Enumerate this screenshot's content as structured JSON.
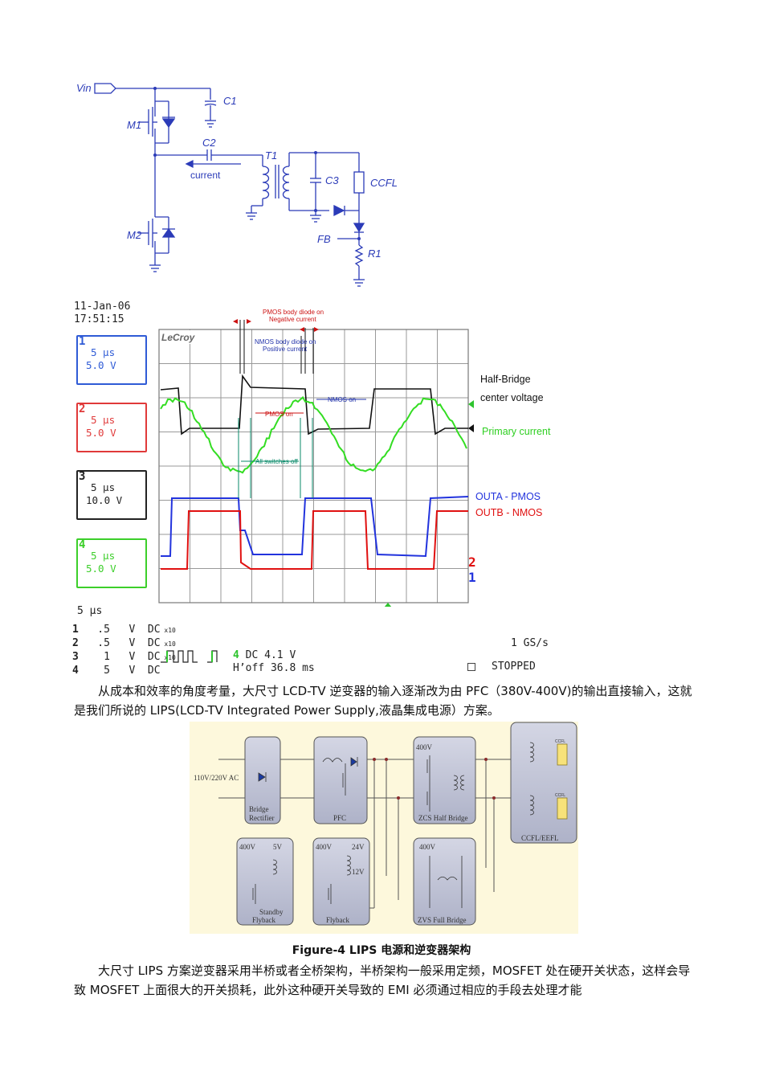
{
  "schematic": {
    "vin": "Vin",
    "c1": "C1",
    "c2": "C2",
    "c3": "C3",
    "m1": "M1",
    "m2": "M2",
    "t1": "T1",
    "ccfl": "CCFL",
    "fb": "FB",
    "r1": "R1",
    "current": "current"
  },
  "scope": {
    "date": "11-Jan-06",
    "time": "17:51:15",
    "brand": "LeCroy",
    "channels": [
      {
        "num": "1",
        "timebase": "5 μs",
        "volts": "5.0 V",
        "color": "#2f5bd6"
      },
      {
        "num": "2",
        "timebase": "5 μs",
        "volts": "5.0 V",
        "color": "#e03a3a"
      },
      {
        "num": "3",
        "timebase": "5 μs",
        "volts": "10.0 V",
        "color": "#222222"
      },
      {
        "num": "4",
        "timebase": "5 μs",
        "volts": "5.0 V",
        "color": "#3ccf2a"
      }
    ],
    "annotations": {
      "pmos_body_1": "PMOS body diode on",
      "pmos_body_2": "Negative current",
      "nmos_body_1": "NMOS body diode on",
      "nmos_body_2": "Positive current",
      "pmos_on": "PMOS on",
      "nmos_on": "NMOS on",
      "all_off": "All switches off"
    },
    "legend": {
      "half_bridge": "Half-Bridge",
      "center_voltage": "center voltage",
      "primary_current": "Primary current",
      "outa": "OUTA - PMOS",
      "outb": "OUTB - NMOS"
    },
    "right_markers": {
      "m2": "2",
      "m1": "1"
    },
    "bottom": {
      "timebase": "5 μs",
      "rows": [
        {
          "ch": "1",
          "v": ".5",
          "unit": "V",
          "coup": "DC",
          "x": "x\n10"
        },
        {
          "ch": "2",
          "v": ".5",
          "unit": "V",
          "coup": "DC",
          "x": "x\n10"
        },
        {
          "ch": "3",
          "v": "1",
          "unit": "V",
          "coup": "DC",
          "x": "x\n10"
        },
        {
          "ch": "4",
          "v": "5",
          "unit": "V",
          "coup": "DC",
          "x": ""
        }
      ],
      "trig_ch": "4",
      "trig_dc": "DC 4.1 V",
      "hoff": "H’off 36.8 ms",
      "rate": "1 GS/s",
      "status": "STOPPED"
    }
  },
  "para1": "从成本和效率的角度考量，大尺寸 LCD-TV 逆变器的输入逐渐改为由 PFC（380V-400V)的输出直接输入，这就是我们所说的 LIPS(LCD-TV Integrated Power Supply,液晶集成电源）方案。",
  "block_diagram": {
    "ac_input": "110V/220V AC",
    "bridge": "Bridge\nRectifier",
    "pfc": "PFC",
    "zcs": "ZCS Half Bridge",
    "zcs_400": "400V",
    "ccfl": "CCFL/EEFL",
    "ccfl_tag": "CCFL",
    "standby": "Standby\nFlyback",
    "standby_400": "400V",
    "standby_5": "5V",
    "flyback": "Flyback",
    "flyback_400": "400V",
    "flyback_24": "24V",
    "flyback_12": "12V",
    "zvs": "ZVS Full Bridge",
    "zvs_400": "400V"
  },
  "caption": "Figure-4 LIPS 电源和逆变器架构",
  "para2": "大尺寸 LIPS 方案逆变器采用半桥或者全桥架构，半桥架构一般采用定频，MOSFET 处在硬开关状态，这样会导致 MOSFET 上面很大的开关损耗，此外这种硬开关导致的 EMI 必须通过相应的手段去处理才能"
}
